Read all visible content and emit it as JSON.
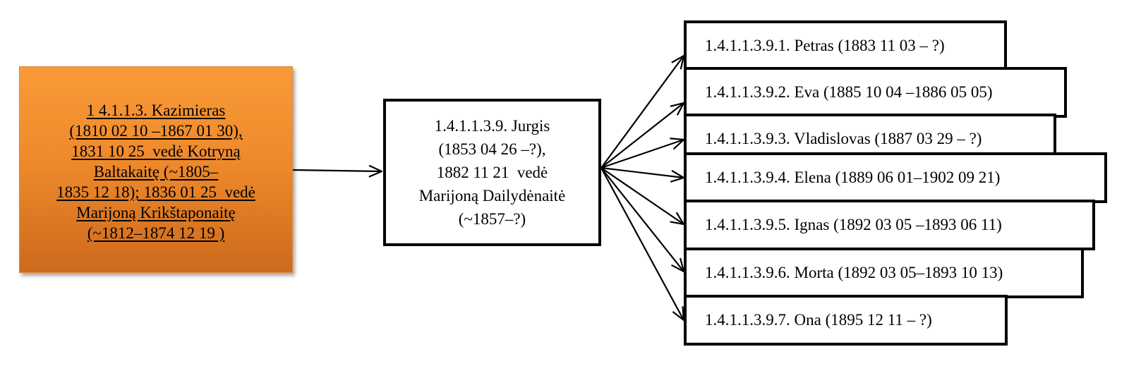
{
  "root": {
    "lines": [
      "1 4.1.1.3. Kazimieras",
      "(1810 02 10 –1867 01 30),",
      "1831 10 25  vedė Kotryną",
      "Baltakaitę (~1805–",
      "1835 12 18); 1836 01 25  vedė",
      "Marijoną Krikštaponaitę",
      "(~1812–1874 12 19 )"
    ],
    "fill_colors": [
      "#f99a38",
      "#cd6a1c"
    ]
  },
  "middle": {
    "lines": [
      "1.4.1.1.3.9. Jurgis",
      "(1853 04 26 –?),",
      "1882 11 21  vedė",
      "Marijoną Dailydėnaitė",
      "(~1857–?)"
    ]
  },
  "children": [
    "1.4.1.1.3.9.1. Petras (1883 11 03 – ?)",
    "1.4.1.1.3.9.2. Eva (1885 10 04 –1886 05 05)",
    "1.4.1.1.3.9.3. Vladislovas (1887 03 29 – ?)",
    "1.4.1.1.3.9.4. Elena (1889 06 01–1902 09 21)",
    "1.4.1.1.3.9.5. Ignas (1892 03 05 –1893 06 11)",
    "1.4.1.1.3.9.6. Morta (1892 03 05–1893 10 13)",
    "1.4.1.1.3.9.7. Ona (1895 12 11 – ?)"
  ]
}
